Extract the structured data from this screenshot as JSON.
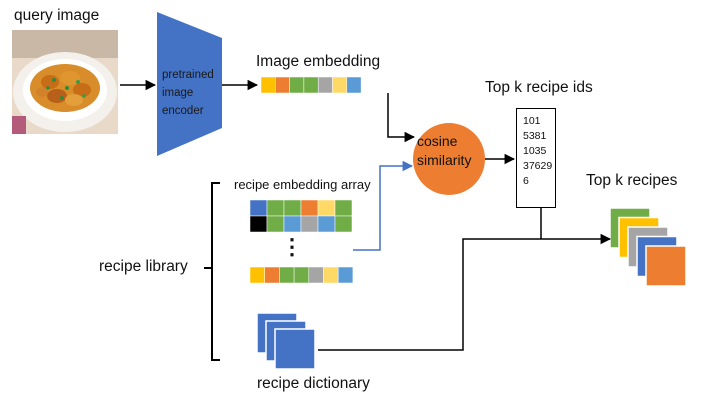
{
  "labels": {
    "query_image": "query image",
    "encoder_line1": "pretrained",
    "encoder_line2": "image",
    "encoder_line3": "encoder",
    "image_embedding": "Image embedding",
    "cosine_line1": "cosine",
    "cosine_line2": "similarity",
    "top_k_recipe_ids": "Top k recipe ids",
    "top_k_recipes": "Top k recipes",
    "recipe_embedding_array": "recipe embedding array",
    "recipe_library": "recipe library",
    "recipe_dictionary": "recipe dictionary",
    "ellipsis": "⋮"
  },
  "recipe_ids": [
    "101",
    "5381",
    "1035",
    "37629",
    "6"
  ],
  "colors": {
    "encoder_fill": "#4472c4",
    "cosine_fill": "#ed7d31",
    "blue_line": "#4472c4",
    "emb_yellow": "#ffc000",
    "emb_orange": "#ed7d31",
    "emb_green": "#70ad47",
    "emb_gray": "#a5a5a5",
    "emb_lightblue": "#5b9bd5",
    "emb_black": "#000000"
  },
  "image_embedding_cells": [
    "#ffc000",
    "#ed7d31",
    "#70ad47",
    "#70ad47",
    "#a5a5a5",
    "#ffd966",
    "#5b9bd5"
  ],
  "embedding_array_rows": [
    [
      "#4472c4",
      "#70ad47",
      "#70ad47",
      "#ed7d31",
      "#ffd966",
      "#70ad47"
    ],
    [
      "#000000",
      "#70ad47",
      "#5b9bd5",
      "#a5a5a5",
      "#5b9bd5",
      "#70ad47"
    ]
  ],
  "recipe_embedding_row": [
    "#ffc000",
    "#ed7d31",
    "#70ad47",
    "#70ad47",
    "#a5a5a5",
    "#ffd966",
    "#5b9bd5"
  ],
  "top_k_stack_colors": [
    "#70ad47",
    "#ffc000",
    "#a5a5a5",
    "#4472c4",
    "#ed7d31"
  ]
}
